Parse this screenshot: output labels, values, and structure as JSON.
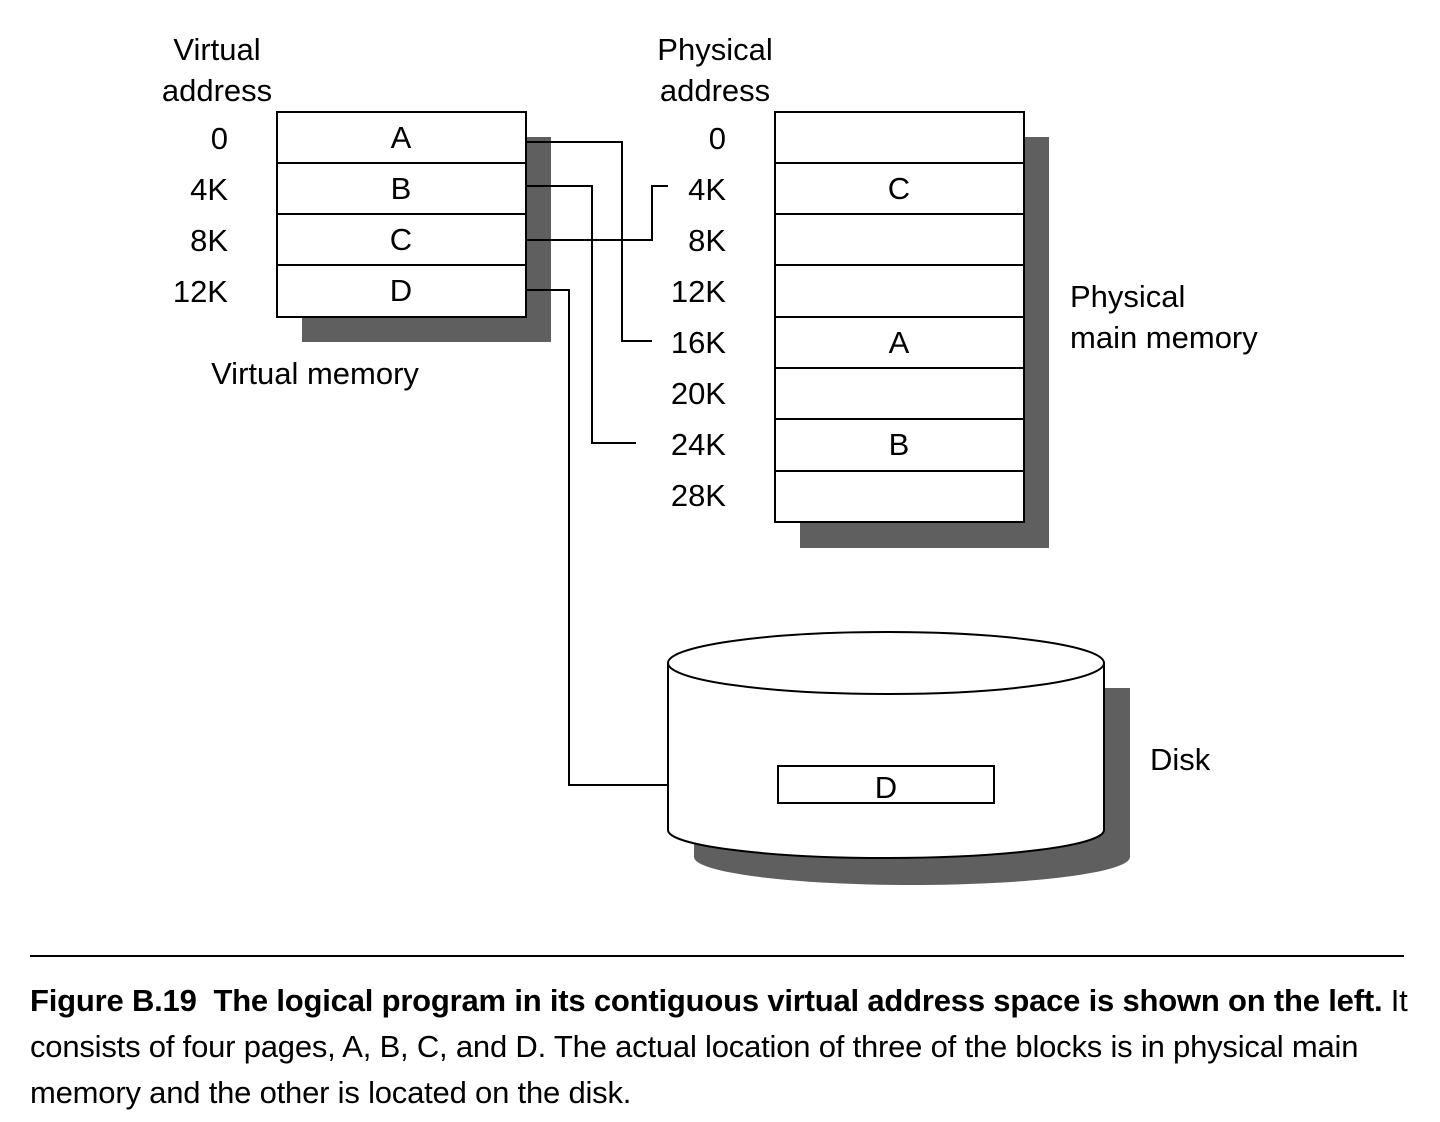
{
  "virtual": {
    "heading_line1": "Virtual",
    "heading_line2": "address",
    "addresses": [
      "0",
      "4K",
      "8K",
      "12K"
    ],
    "pages": [
      "A",
      "B",
      "C",
      "D"
    ],
    "label": "Virtual memory"
  },
  "physical": {
    "heading_line1": "Physical",
    "heading_line2": "address",
    "addresses": [
      "0",
      "4K",
      "8K",
      "12K",
      "16K",
      "20K",
      "24K",
      "28K"
    ],
    "frames": [
      "",
      "C",
      "",
      "",
      "A",
      "",
      "B",
      ""
    ],
    "label_line1": "Physical",
    "label_line2": "main memory"
  },
  "disk": {
    "label": "Disk",
    "block": "D"
  },
  "caption": {
    "figure": "Figure B.19",
    "bold_text": "The logical program in its contiguous virtual address space is shown on the left.",
    "text": " It consists of four pages, A, B, C, and D. The actual location of three of the blocks is in physical main memory and the other is located on the disk."
  }
}
